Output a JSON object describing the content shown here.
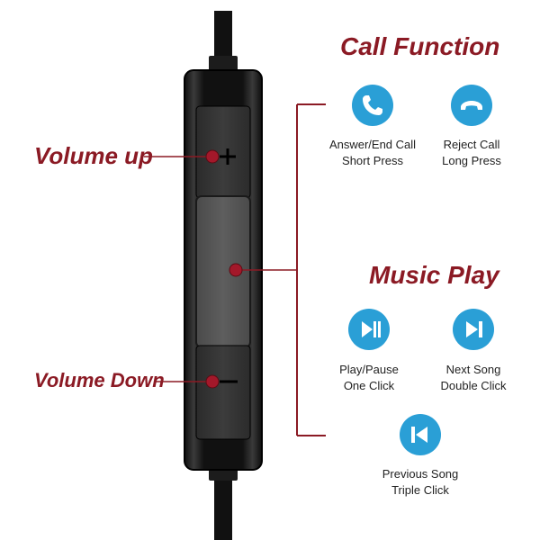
{
  "call_function": {
    "title": "Call Function",
    "items": [
      {
        "icon": "phone-answer-icon",
        "line1": "Answer/End Call",
        "line2": "Short Press"
      },
      {
        "icon": "phone-hangup-icon",
        "line1": "Reject Call",
        "line2": "Long Press"
      }
    ]
  },
  "music_play": {
    "title": "Music Play",
    "items": [
      {
        "icon": "play-pause-icon",
        "line1": "Play/Pause",
        "line2": "One Click"
      },
      {
        "icon": "next-track-icon",
        "line1": "Next Song",
        "line2": "Double Click"
      },
      {
        "icon": "previous-track-icon",
        "line1": "Previous Song",
        "line2": "Triple Click"
      }
    ]
  },
  "volume": {
    "up_label": "Volume up",
    "down_label": "Volume Down"
  },
  "colors": {
    "accent": "#8b1a24",
    "icon_blue": "#2a9fd6",
    "remote_body": "#1a1a1a"
  }
}
